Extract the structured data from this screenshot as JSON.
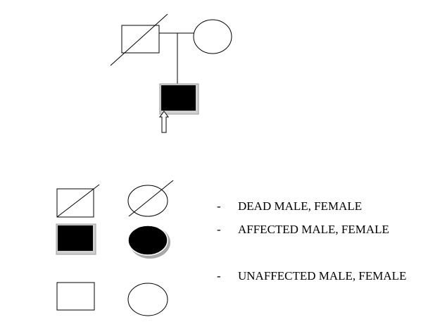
{
  "pedigree": {
    "father": {
      "sex": "male",
      "status": "dead"
    },
    "mother": {
      "sex": "female",
      "status": "unaffected"
    },
    "proband": {
      "sex": "male",
      "status": "affected",
      "marked_with_arrow": true
    }
  },
  "legend": {
    "items": [
      {
        "dash": "-",
        "label": "DEAD MALE, FEMALE"
      },
      {
        "dash": "-",
        "label": "AFFECTED MALE, FEMALE"
      },
      {
        "dash": "-",
        "label": "UNAFFECTED MALE, FEMALE"
      }
    ]
  },
  "colors": {
    "stroke": "#000000",
    "fill_affected": "#000000",
    "fill_unaffected": "#ffffff",
    "shadow": "#a6a6a6"
  }
}
